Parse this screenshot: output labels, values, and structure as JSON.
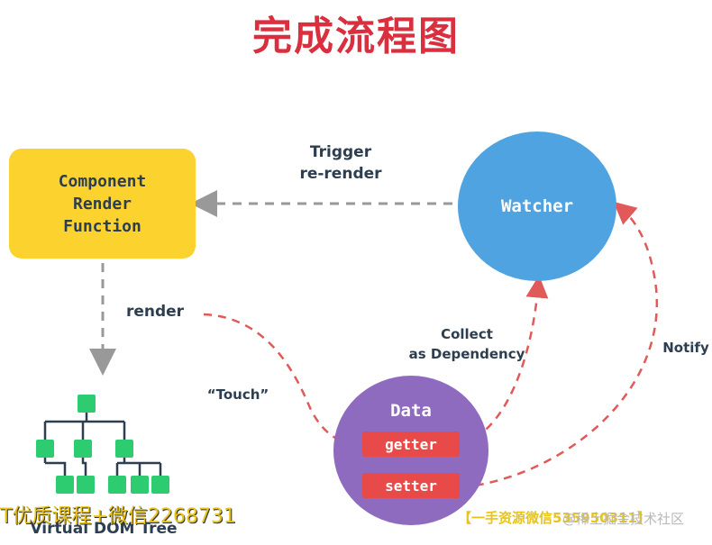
{
  "title": "完成流程图",
  "render_box": {
    "line1": "Component",
    "line2": "Render",
    "line3": "Function"
  },
  "watcher": {
    "label": "Watcher"
  },
  "data_node": {
    "label": "Data",
    "getter": "getter",
    "setter": "setter"
  },
  "edges": {
    "trigger_line1": "Trigger",
    "trigger_line2": "re-render",
    "render": "render",
    "touch": "“Touch”",
    "collect_line1": "Collect",
    "collect_line2": "as Dependency",
    "notify": "Notify"
  },
  "vdom_label": "Virtual DOM Tree",
  "watermark_left": "T优质课程+微信2268731",
  "watermark_right": "【一手资源微信535950311】",
  "watermark_right2": "@稀土掘金技术社区",
  "colors": {
    "title": "#d92f3f",
    "render_box": "#fbd22e",
    "watcher": "#4fa3e0",
    "data": "#8e6bbf",
    "pill": "#e84a4a",
    "tree_node": "#2ecc71",
    "dashed_red": "#e05a5a",
    "dashed_gray": "#999999"
  }
}
